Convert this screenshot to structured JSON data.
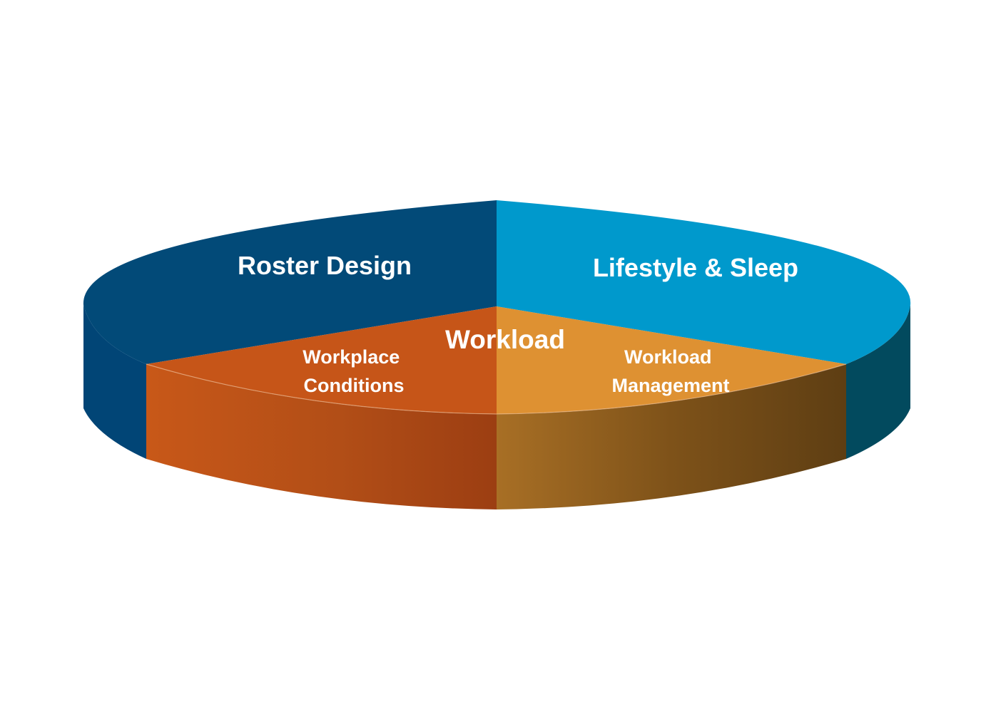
{
  "diagram": {
    "title": "Workload",
    "segments": [
      {
        "id": "roster",
        "label_lines": [
          "Roster Design"
        ],
        "color": "#024a78",
        "side_color": "#014474"
      },
      {
        "id": "lifestyle",
        "label_lines": [
          "Lifestyle & Sleep"
        ],
        "color": "#0099cc",
        "side_color": "#004257"
      },
      {
        "id": "workplace",
        "label_lines": [
          "Workplace",
          "Conditions"
        ],
        "color": "#c65518",
        "side_color": "#c65418"
      },
      {
        "id": "management",
        "label_lines": [
          "Workload",
          "Management"
        ],
        "color": "#de9132",
        "side_color": "#a26c25"
      }
    ]
  }
}
